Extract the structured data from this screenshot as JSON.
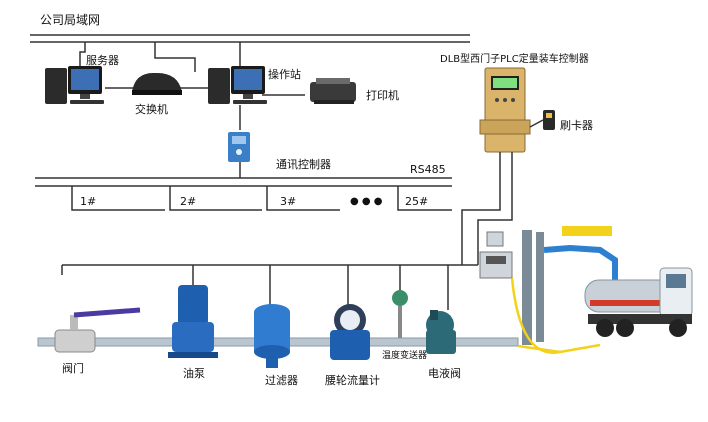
{
  "network": {
    "lan_label": "公司局域网",
    "server_label": "服务器",
    "switch_label": "交换机",
    "workstation_label": "操作站",
    "printer_label": "打印机",
    "comm_controller_label": "通讯控制器",
    "bus_label": "RS485",
    "stations": [
      "1#",
      "2#",
      "3#",
      "25#"
    ],
    "ellipsis": "● ● ●"
  },
  "controller": {
    "title": "DLB型西门子PLC定量装车控制器",
    "card_reader_label": "刷卡器"
  },
  "pipeline": {
    "devices": [
      {
        "id": "valve",
        "label": "阀门"
      },
      {
        "id": "oil-pump",
        "label": "油泵"
      },
      {
        "id": "filter",
        "label": "过滤器"
      },
      {
        "id": "flowmeter",
        "label": "腰轮流量计"
      },
      {
        "id": "temp-transmitter",
        "label": "温度变送器"
      },
      {
        "id": "solenoid-valve",
        "label": "电液阀"
      }
    ]
  },
  "colors": {
    "line": "#333333",
    "pipe": "#b9c6d0",
    "equipment_blue": "#1f5fb0",
    "yellow_cable": "#f2d21a",
    "tanker_body": "#c8d0d8"
  }
}
